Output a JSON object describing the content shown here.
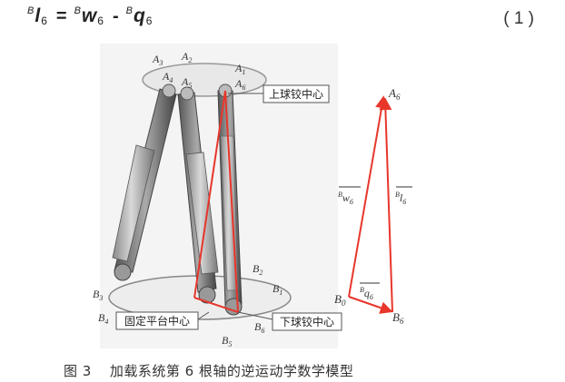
{
  "equation": {
    "superscript": "B",
    "lhs_var": "l",
    "lhs_sub": "6",
    "equals": "=",
    "w_var": "w",
    "w_sub": "6",
    "minus": "-",
    "q_var": "q",
    "q_sub": "6",
    "number": "( 1 )"
  },
  "figure": {
    "upper_labels": {
      "A3": "A",
      "A3_sub": "3",
      "A2": "A",
      "A2_sub": "2",
      "A4": "A",
      "A4_sub": "4",
      "A5": "A",
      "A5_sub": "5",
      "A1": "A",
      "A1_sub": "1",
      "A6": "A",
      "A6_sub": "6"
    },
    "lower_labels": {
      "B2": "B",
      "B2_sub": "2",
      "B1": "B",
      "B1_sub": "1",
      "B3": "B",
      "B3_sub": "3",
      "B4": "B",
      "B4_sub": "4",
      "B6": "B",
      "B6_sub": "6",
      "B5": "B",
      "B5_sub": "5"
    },
    "callouts": {
      "upper_center": "上球铰中心",
      "fixed_center": "固定平台中心",
      "lower_center": "下球铰中心"
    },
    "vector_diagram": {
      "top_point": "A",
      "top_point_sub": "6",
      "left_point": "B",
      "left_point_sub": "0",
      "right_point": "B",
      "right_point_sub": "6",
      "w_label_sup": "B",
      "w_label": "w",
      "w_label_sub": "6",
      "l_label_sup": "B",
      "l_label": "l",
      "l_label_sub": "6",
      "q_label_sup": "B",
      "q_label": "q",
      "q_label_sub": "6"
    },
    "colors": {
      "vector": "#e8362b",
      "frame": "#555555"
    }
  },
  "caption": {
    "number": "图 3",
    "title": "加载系统第 6 根轴的逆运动学数学模型"
  }
}
